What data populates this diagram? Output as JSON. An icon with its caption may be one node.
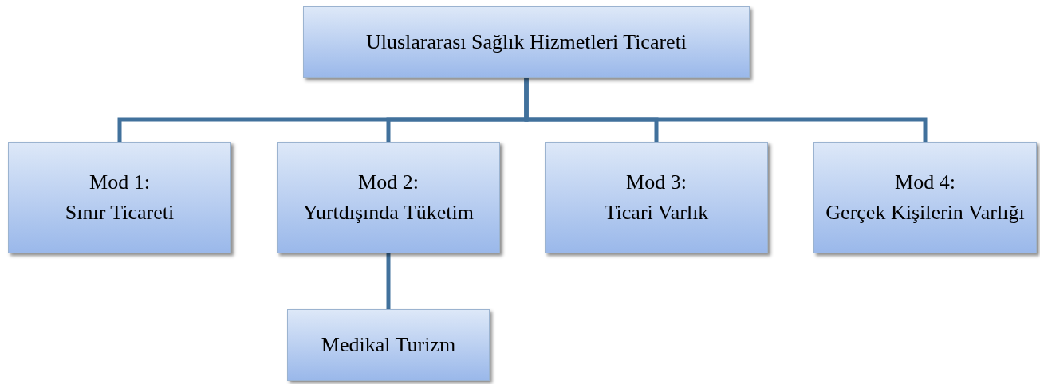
{
  "diagram": {
    "nodes": [
      {
        "text": [
          "Uluslararası Sağlık Hizmetleri Ticareti"
        ]
      },
      {
        "text": [
          "Mod 1:",
          "Sınır Ticareti"
        ]
      },
      {
        "text": [
          "Mod 2:",
          "Yurtdışında Tüketim"
        ]
      },
      {
        "text": [
          "Mod 3:",
          "Ticari Varlık"
        ]
      },
      {
        "text": [
          "Mod 4:",
          "Gerçek Kişilerin Varlığı"
        ]
      },
      {
        "text": [
          "Medikal Turizm"
        ]
      }
    ],
    "edges": [
      {
        "from": 0,
        "to": 1,
        "arrow": "none"
      },
      {
        "from": 0,
        "to": 2,
        "arrow": "none"
      },
      {
        "from": 0,
        "to": 3,
        "arrow": "none"
      },
      {
        "from": 0,
        "to": 4,
        "arrow": "none"
      },
      {
        "from": 2,
        "to": 5,
        "arrow": "none"
      }
    ]
  }
}
